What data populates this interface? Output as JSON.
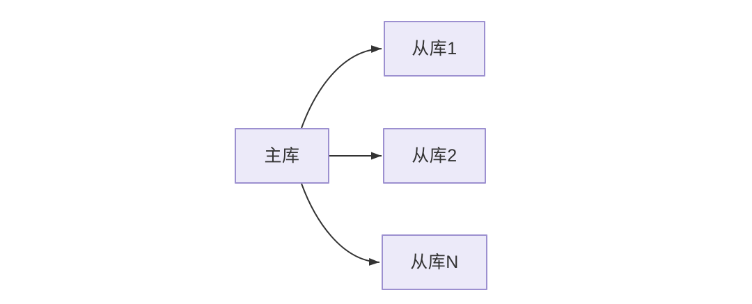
{
  "diagram": {
    "title": "master-slave-replication-diagram",
    "nodes": {
      "master": {
        "label": "主库"
      },
      "slave1": {
        "label": "从库1"
      },
      "slave2": {
        "label": "从库2"
      },
      "slaveN": {
        "label": "从库N"
      }
    },
    "edges": [
      {
        "from": "主库",
        "to": "从库1",
        "style": "curved-up",
        "arrowhead": "filled-triangle"
      },
      {
        "from": "主库",
        "to": "从库2",
        "style": "straight",
        "arrowhead": "filled-triangle"
      },
      {
        "from": "主库",
        "to": "从库N",
        "style": "curved-down",
        "arrowhead": "filled-triangle"
      }
    ],
    "colors": {
      "background": "#ffffff",
      "node_fill": "#ECEAF9",
      "node_border": "#9C90D0",
      "arrow": "#333333",
      "text": "#333333"
    }
  }
}
